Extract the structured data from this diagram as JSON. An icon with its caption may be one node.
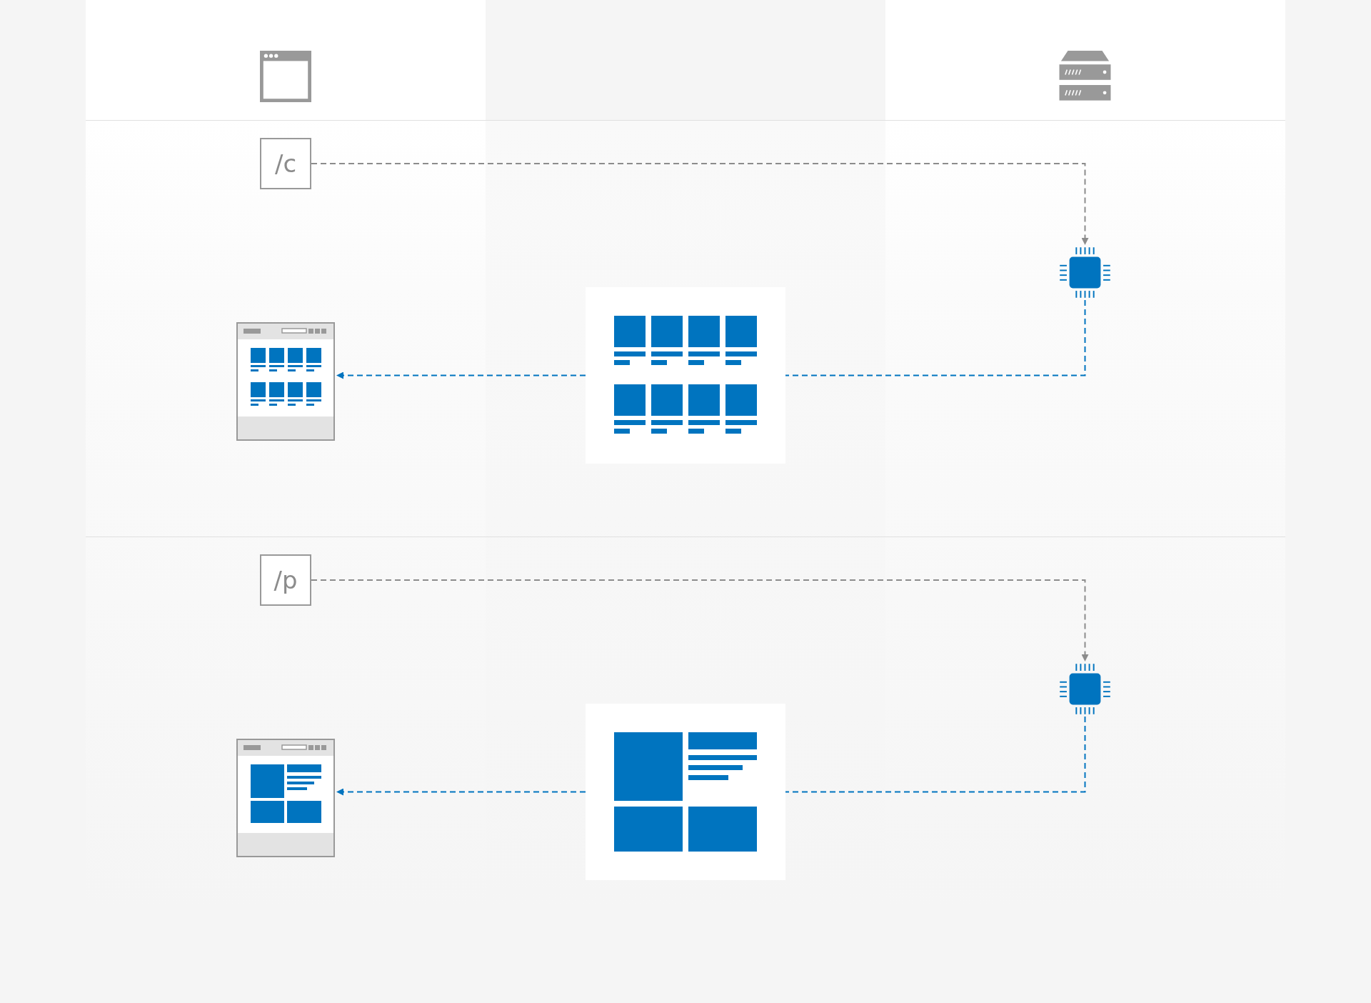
{
  "diagram": {
    "nodes": [
      {
        "text": [
          "/c"
        ]
      },
      {
        "text": [],
        "shape": "picture"
      },
      {
        "text": [],
        "shape": "picture"
      },
      {
        "text": [],
        "shape": "picture"
      },
      {
        "text": [
          "/p"
        ]
      },
      {
        "text": [],
        "shape": "picture"
      },
      {
        "text": [],
        "shape": "picture"
      },
      {
        "text": [],
        "shape": "picture"
      }
    ],
    "edges": [
      {
        "from": 0,
        "to": 1,
        "arrow": "to",
        "style": "dashed",
        "color": "#8c8c8c"
      },
      {
        "from": 1,
        "to": 2,
        "arrow": "none",
        "style": "dashed"
      },
      {
        "from": 2,
        "to": 3,
        "arrow": "to",
        "style": "dashed"
      },
      {
        "from": 4,
        "to": 5,
        "arrow": "to",
        "style": "dashed",
        "color": "#8c8c8c"
      },
      {
        "from": 5,
        "to": 6,
        "arrow": "none",
        "style": "dashed"
      },
      {
        "from": 6,
        "to": 7,
        "arrow": "to",
        "style": "dashed"
      }
    ]
  }
}
